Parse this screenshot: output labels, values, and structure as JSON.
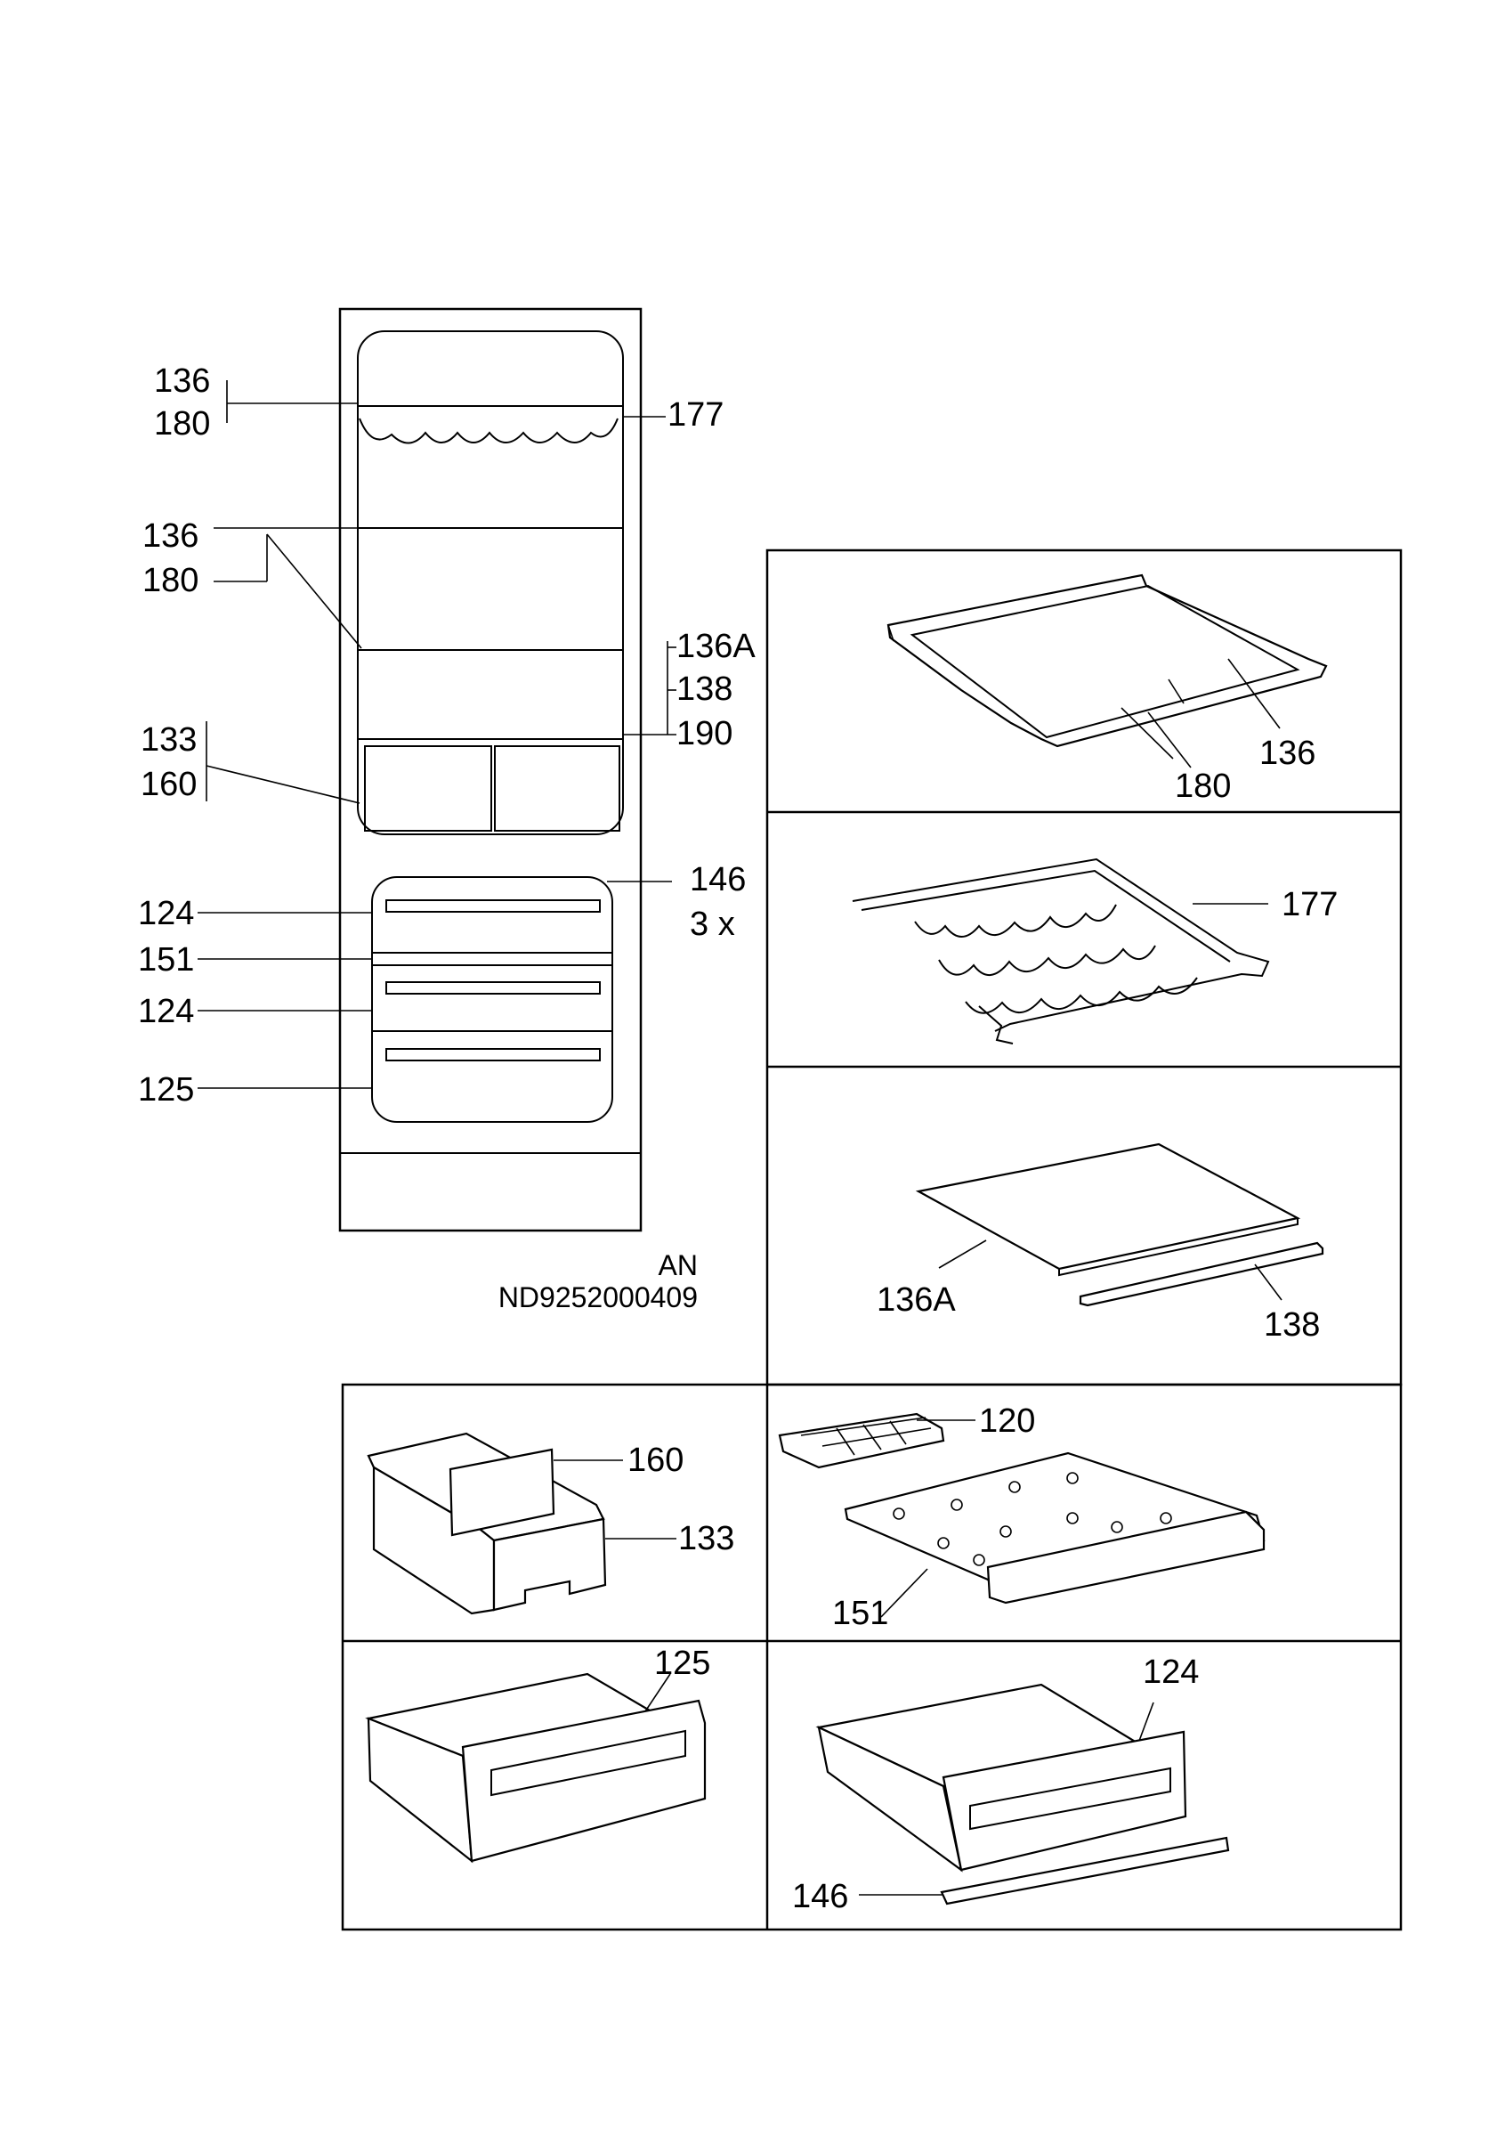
{
  "colors": {
    "line": "#000000",
    "background": "#ffffff"
  },
  "cabinet_labels": {
    "l136a": "136",
    "l180a": "180",
    "l177": "177",
    "l136b": "136",
    "l180b": "180",
    "l136A": "136A",
    "l138": "138",
    "l190": "190",
    "l133": "133",
    "l160": "160",
    "l146": "146",
    "l3x": "3 x",
    "l124a": "124",
    "l151": "151",
    "l124b": "124",
    "l125": "125"
  },
  "doc_code": {
    "line1": "AN",
    "line2": "ND9252000409"
  },
  "panels": {
    "glass_shelf": {
      "part_a": "180",
      "part_b": "136"
    },
    "bottle_rack": {
      "part": "177"
    },
    "cover_plate": {
      "part_a": "136A",
      "part_b": "138"
    },
    "box": {
      "part_a": "160",
      "part_b": "133"
    },
    "ice_tray": {
      "part_a": "120",
      "part_b": "151"
    },
    "drawer_large": {
      "part": "125"
    },
    "drawer_small": {
      "part_a": "124",
      "part_b": "146"
    }
  }
}
